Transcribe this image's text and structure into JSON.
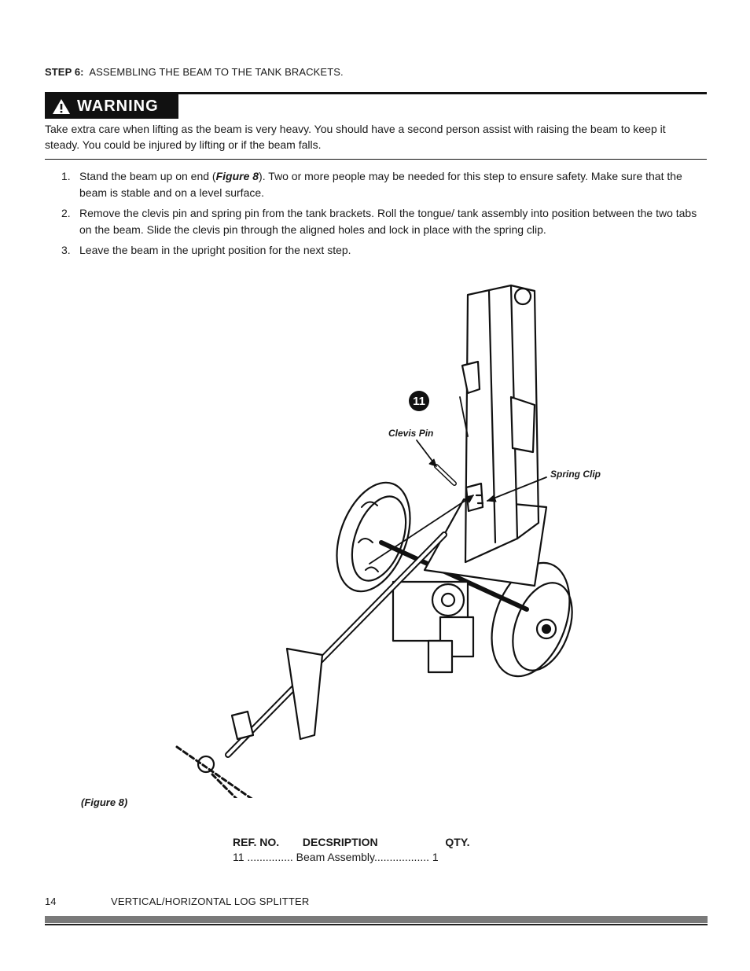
{
  "step": {
    "prefix": "STEP 6:",
    "title": "ASSEMBLING THE BEAM TO THE TANK BRACKETS."
  },
  "warning": {
    "label": "WARNING",
    "text": "Take extra care when lifting as the beam is very heavy. You should have a second person assist with raising the beam to keep it steady. You could be injured by lifting or if the beam falls."
  },
  "instructions": [
    {
      "num": "1.",
      "pre": "Stand the beam up on end (",
      "ref": "Figure 8",
      "post": "). Two or more people may be needed for this step to ensure safety. Make sure that the beam is stable and on a level surface."
    },
    {
      "num": "2.",
      "pre": "Remove the clevis pin and spring pin from the tank brackets. Roll the tongue/ tank assembly into position between the two tabs on the beam. Slide the clevis pin through the aligned holes and lock in place with the spring clip.",
      "ref": "",
      "post": ""
    },
    {
      "num": "3.",
      "pre": "Leave the beam in the upright position for the next step.",
      "ref": "",
      "post": ""
    }
  ],
  "figure": {
    "callout_number": "11",
    "clevis_label": "Clevis Pin",
    "spring_label": "Spring Clip",
    "caption": "(Figure 8)"
  },
  "parts": {
    "headers": {
      "ref": "REF. NO.",
      "desc": "DECSRIPTION",
      "qty": "QTY."
    },
    "row": "11 ............... Beam Assembly.................. 1"
  },
  "footer": {
    "page": "14",
    "title": "VERTICAL/HORIZONTAL LOG SPLITTER"
  }
}
